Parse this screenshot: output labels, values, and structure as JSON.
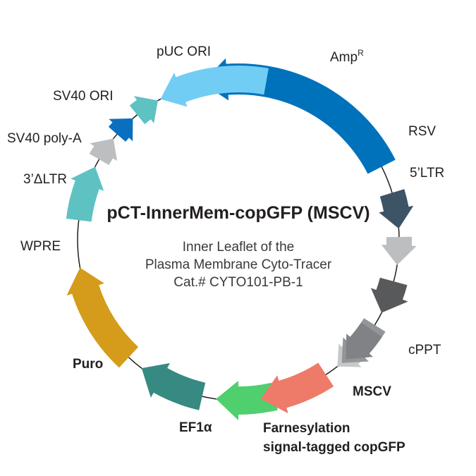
{
  "title": "pCT-InnerMem-copGFP (MSCV)",
  "subtitle_lines": [
    "Inner Leaflet of the",
    "Plasma Membrane Cyto-Tracer",
    "Cat.# CYTO101-PB-1"
  ],
  "features": [
    {
      "id": "ampr",
      "label": "Amp",
      "sup": "R",
      "color": "#0072bc"
    },
    {
      "id": "rsv",
      "label": "RSV",
      "color": "#3d5366"
    },
    {
      "id": "ltr5",
      "label": "5’LTR",
      "color": "#bcbec0"
    },
    {
      "id": "big",
      "label": "",
      "color": "#58595b"
    },
    {
      "id": "g1",
      "label": "",
      "color": "#808285"
    },
    {
      "id": "g2",
      "label": "",
      "color": "#939598"
    },
    {
      "id": "cppt",
      "label": "cPPT",
      "color": "#c7c8ca"
    },
    {
      "id": "mscv",
      "label": "MSCV",
      "color": "#ee7b6a",
      "bold": true
    },
    {
      "id": "copgfp",
      "label": "Farnesylation",
      "label2": "signal-tagged copGFP",
      "color": "#4fcf6e",
      "bold": true
    },
    {
      "id": "ef1a",
      "label": "EF1α",
      "color": "#368a82",
      "bold": true
    },
    {
      "id": "puro",
      "label": "Puro",
      "color": "#d49c1a",
      "bold": true
    },
    {
      "id": "wpre",
      "label": "WPRE",
      "color": "#5ec2c2"
    },
    {
      "id": "ltr3",
      "label": "3’ΔLTR",
      "color": "#bcbec0"
    },
    {
      "id": "polya",
      "label": "SV40 poly-A",
      "color": "#0a6fbf"
    },
    {
      "id": "sv40ori",
      "label": "SV40 ORI",
      "color": "#5ec2c2"
    },
    {
      "id": "puc",
      "label": "pUC ORI",
      "color": "#72cdf4"
    }
  ]
}
